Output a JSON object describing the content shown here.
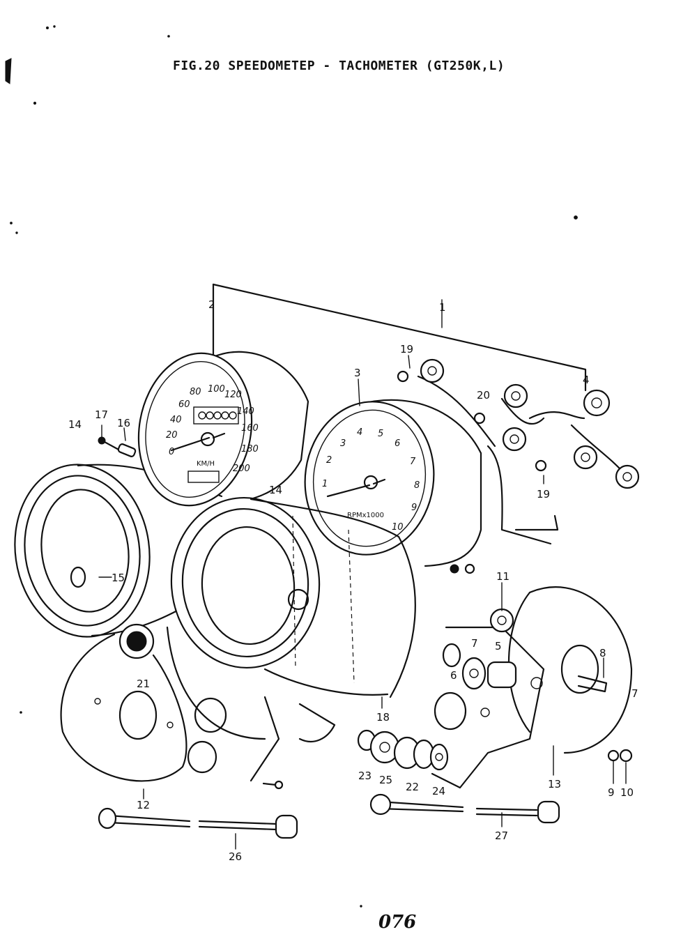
{
  "title": "FIG.20 SPEEDOMETEP - TACHOMETER (GT250K,L)",
  "page_number": "076",
  "speedometer_scale": [
    "0",
    "20",
    "40",
    "60",
    "80",
    "100",
    "120",
    "140",
    "160",
    "180",
    "200"
  ],
  "speedometer_unit": "KM/H",
  "tachometer_scale": [
    "1",
    "2",
    "3",
    "4",
    "5",
    "6",
    "7",
    "8",
    "9",
    "10"
  ],
  "tachometer_unit": "RPMx1000",
  "callouts": {
    "c1": "1",
    "c2": "2",
    "c3": "3",
    "c4": "4",
    "c5": "5",
    "c6": "6",
    "c7a": "7",
    "c7b": "7",
    "c8": "8",
    "c9": "9",
    "c10": "10",
    "c11": "11",
    "c12": "12",
    "c13": "13",
    "c14a": "14",
    "c14b": "14",
    "c15": "15",
    "c16": "16",
    "c17": "17",
    "c18": "18",
    "c19a": "19",
    "c19b": "19",
    "c20": "20",
    "c21": "21",
    "c22": "22",
    "c23": "23",
    "c24": "24",
    "c25": "25",
    "c26": "26",
    "c27": "27"
  }
}
